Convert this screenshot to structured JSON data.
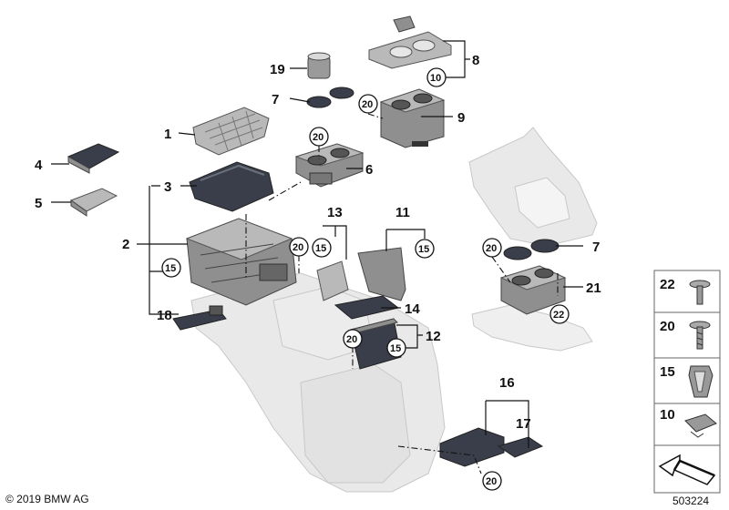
{
  "callouts": {
    "c1": "1",
    "c2": "2",
    "c3": "3",
    "c4": "4",
    "c5": "5",
    "c6": "6",
    "c7a": "7",
    "c7b": "7",
    "c8": "8",
    "c9": "9",
    "c11": "11",
    "c12": "12",
    "c13": "13",
    "c14": "14",
    "c16": "16",
    "c17": "17",
    "c18": "18",
    "c19": "19",
    "c21": "21"
  },
  "circled": {
    "k10": "10",
    "k20a": "20",
    "k20b": "20",
    "k20c": "20",
    "k20d": "20",
    "k20e": "20",
    "k20f": "20",
    "k15a": "15",
    "k15b": "15",
    "k15c": "15",
    "k15d": "15",
    "k22": "22"
  },
  "legend": {
    "l22": "22",
    "l20": "20",
    "l15": "15",
    "l10": "10"
  },
  "footer": {
    "copyright": "© 2019 BMW AG",
    "diagram_number": "503224"
  }
}
